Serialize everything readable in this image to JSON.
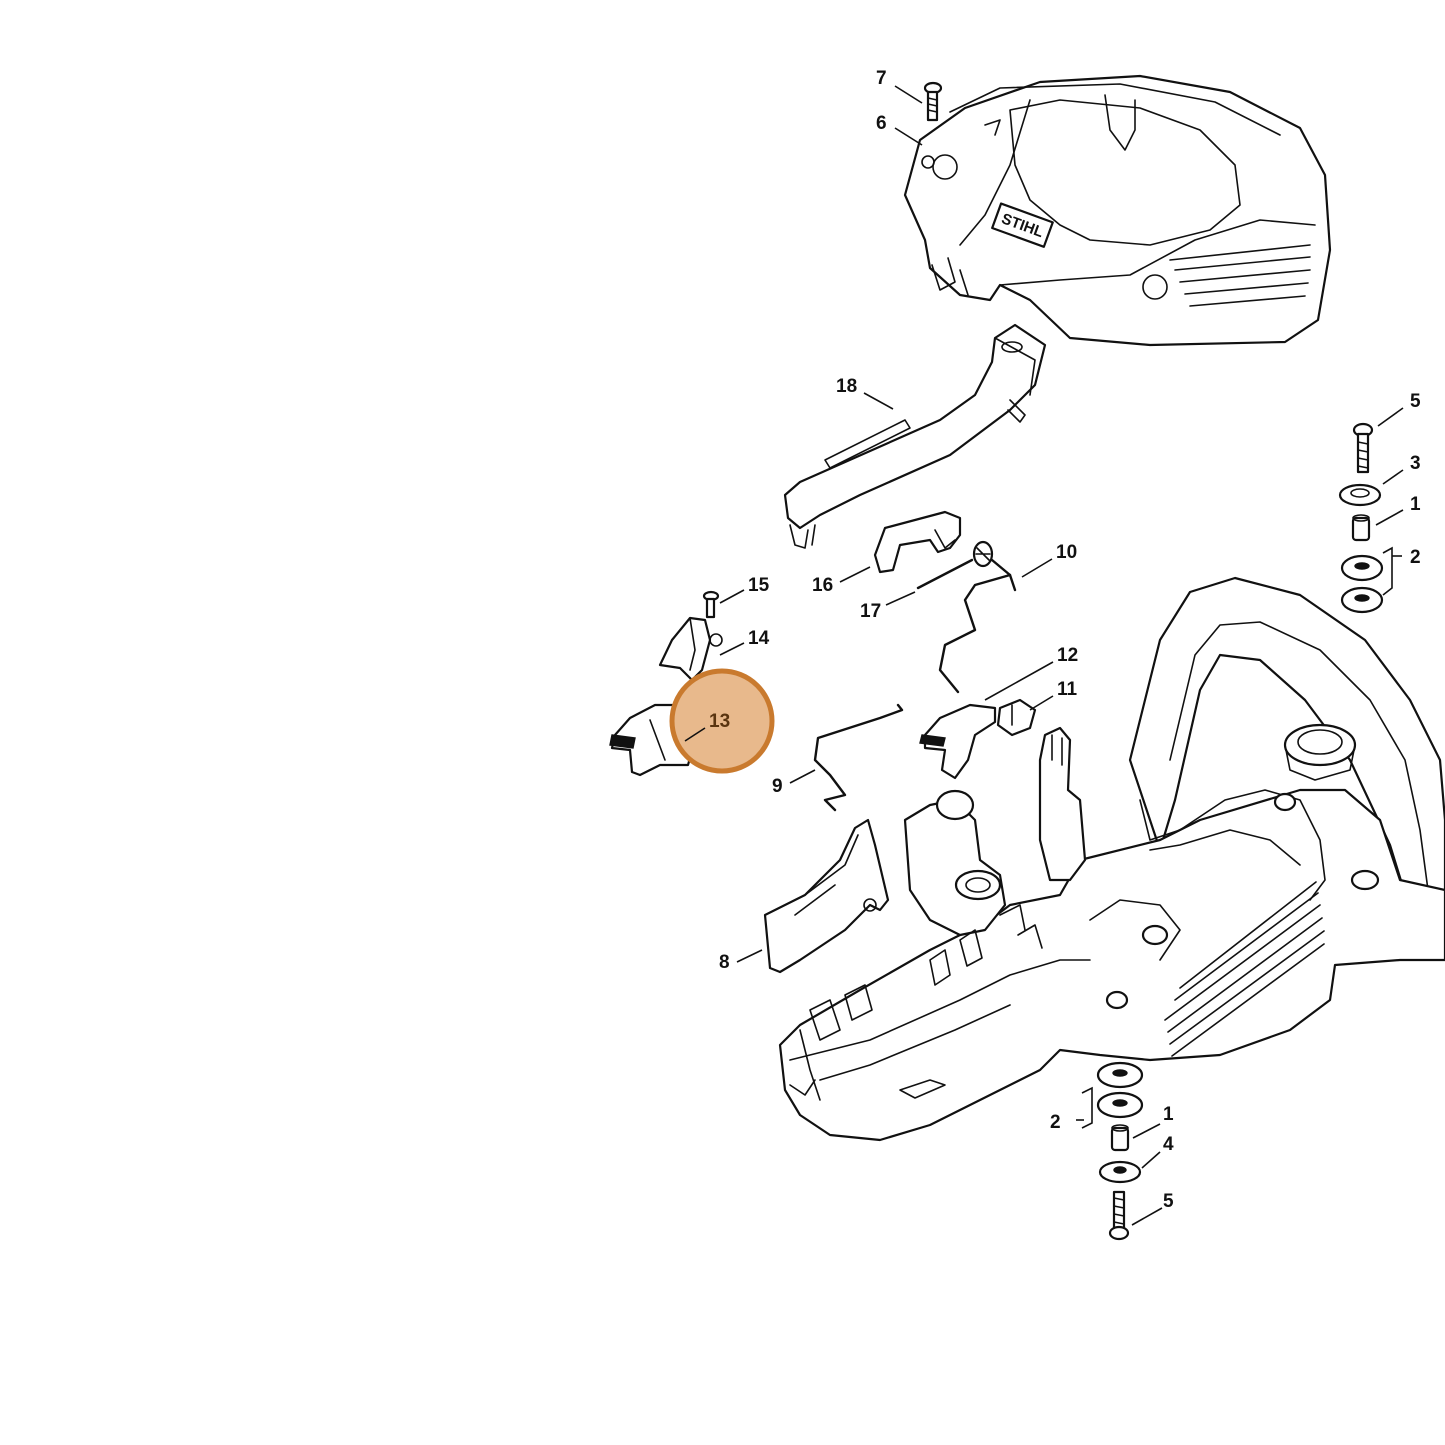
{
  "diagram": {
    "brand_text": "STIHL",
    "highlight_color": "#c97a2e",
    "highlight_fill": "#e8b98c",
    "highlighted_part": "13",
    "callouts": [
      {
        "id": "c7",
        "label": "7"
      },
      {
        "id": "c6",
        "label": "6"
      },
      {
        "id": "c18",
        "label": "18"
      },
      {
        "id": "c5a",
        "label": "5"
      },
      {
        "id": "c3",
        "label": "3"
      },
      {
        "id": "c1a",
        "label": "1"
      },
      {
        "id": "c2a",
        "label": "2"
      },
      {
        "id": "c10",
        "label": "10"
      },
      {
        "id": "c15",
        "label": "15"
      },
      {
        "id": "c16",
        "label": "16"
      },
      {
        "id": "c17",
        "label": "17"
      },
      {
        "id": "c14",
        "label": "14"
      },
      {
        "id": "c12",
        "label": "12"
      },
      {
        "id": "c11",
        "label": "11"
      },
      {
        "id": "c13",
        "label": "13"
      },
      {
        "id": "c9",
        "label": "9"
      },
      {
        "id": "c8",
        "label": "8"
      },
      {
        "id": "c2b",
        "label": "2"
      },
      {
        "id": "c1b",
        "label": "1"
      },
      {
        "id": "c4",
        "label": "4"
      },
      {
        "id": "c5b",
        "label": "5"
      }
    ]
  }
}
